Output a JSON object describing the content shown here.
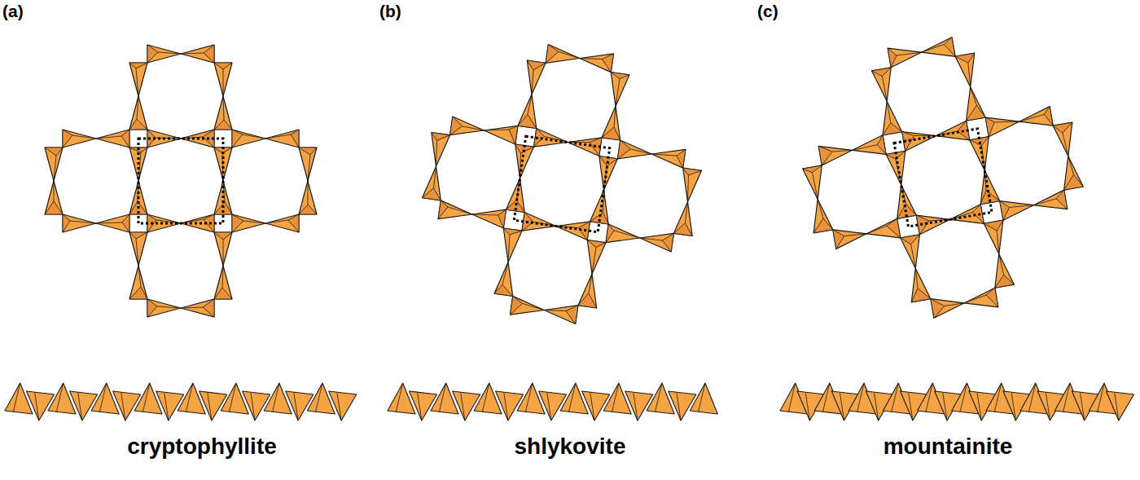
{
  "diagram": {
    "labels": [
      "(a)",
      "(b)",
      "(c)",
      "cryptophyllite",
      "shlykovite",
      "mountainite"
    ]
  }
}
